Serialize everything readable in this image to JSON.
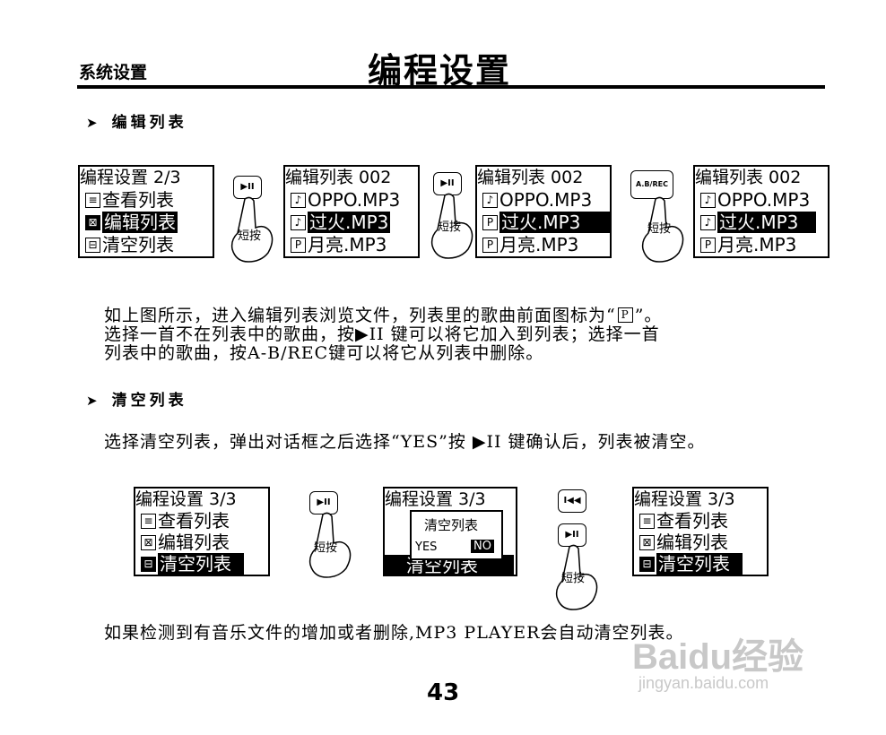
{
  "header": {
    "section": "系统设置",
    "title": "编程设置"
  },
  "sections": [
    {
      "heading": "编辑列表",
      "arrow": "➤"
    },
    {
      "heading": "清空列表",
      "arrow": "➤"
    }
  ],
  "screens1": [
    {
      "title": "编程设置  2/3",
      "rows": [
        {
          "icon": "≡",
          "text": "查看列表"
        },
        {
          "icon": "⊠",
          "text": "编辑列表"
        },
        {
          "icon": "⊟",
          "text": "清空列表"
        }
      ]
    },
    {
      "title": "编辑列表  002",
      "rows": [
        {
          "icon": "♪",
          "text": "OPPO.MP3"
        },
        {
          "icon": "♪",
          "text": "过火.MP3"
        },
        {
          "icon": "P",
          "text": "月亮.MP3"
        }
      ]
    },
    {
      "title": "编辑列表  002",
      "rows": [
        {
          "icon": "♪",
          "text": "OPPO.MP3"
        },
        {
          "icon": "P",
          "text": "过火.MP3"
        },
        {
          "icon": "P",
          "text": "月亮.MP3"
        }
      ]
    },
    {
      "title": "编辑列表  002",
      "rows": [
        {
          "icon": "♪",
          "text": "OPPO.MP3"
        },
        {
          "icon": "♪",
          "text": "过火.MP3"
        },
        {
          "icon": "P",
          "text": "月亮.MP3"
        }
      ]
    }
  ],
  "buttons": {
    "play": "▶II",
    "ab": "A.B/REC",
    "prev": "I◀◀",
    "press": "短按"
  },
  "para1": [
    "如上图所示，进入编辑列表浏览文件，列表里的歌曲前面图标为“",
    "P",
    "”。",
    "选择一首不在列表中的歌曲，按▶II 键可以将它加入到列表；选择一首",
    "列表中的歌曲，按A-B/REC键可以将它从列表中删除。"
  ],
  "para2": "选择清空列表，弹出对话框之后选择“YES”按 ▶II 键确认后，列表被清空。",
  "screens2": [
    {
      "title": "编程设置  3/3",
      "rows": [
        {
          "icon": "≡",
          "text": "查看列表"
        },
        {
          "icon": "⊠",
          "text": "编辑列表"
        },
        {
          "icon": "⊟",
          "text": "清空列表"
        }
      ]
    },
    {
      "title": "编程设置  3/3",
      "dialog": {
        "title": "清空列表",
        "yes": "YES",
        "no": "NO"
      },
      "bottom": "清空列表"
    },
    {
      "title": "编程设置  3/3",
      "rows": [
        {
          "icon": "≡",
          "text": "查看列表"
        },
        {
          "icon": "⊠",
          "text": "编辑列表"
        },
        {
          "icon": "⊟",
          "text": "清空列表"
        }
      ]
    }
  ],
  "para3": "如果检测到有音乐文件的增加或者删除,MP3 PLAYER会自动清空列表。",
  "page_number": "43",
  "watermark": {
    "logo": "Baidu经验",
    "url": "jingyan.baidu.com"
  }
}
